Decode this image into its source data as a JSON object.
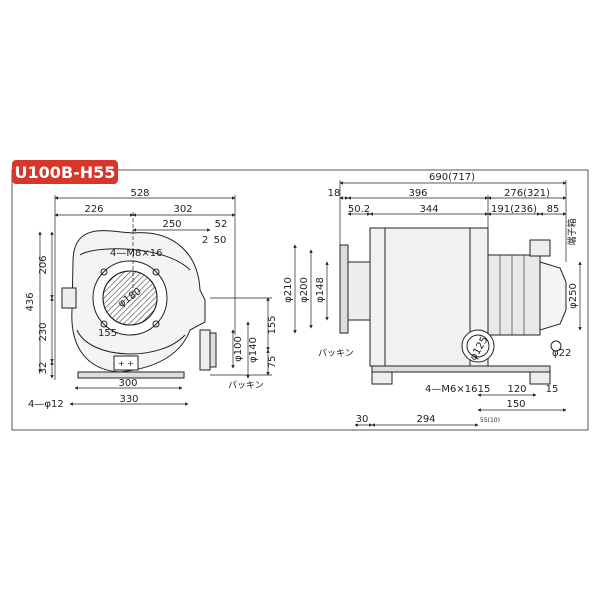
{
  "model": "U100B-H55",
  "colors": {
    "badge_bg": "#d9362b",
    "badge_text": "#ffffff",
    "line": "#222222",
    "body_fill": "#dddddd"
  },
  "front": {
    "overall_width": "528",
    "left_to_center": "226",
    "center_to_right": "302",
    "center_to_outlet": "250",
    "outlet_offset": "52",
    "outlet_wall": "2",
    "outlet_rise": "50",
    "top_height": "206",
    "total_height": "436",
    "bottom_height": "230",
    "base_thickness": "32",
    "center_to_outlet_axis": "155",
    "outlet_axis_to_base": "75",
    "radius_label": "155",
    "bolt_holes": "4—M8×16",
    "inlet_dia": "φ180",
    "outlet_dia_inner": "φ100",
    "outlet_dia_outer": "φ140",
    "base_bolt_pitch": "300",
    "base_width": "330",
    "foot_holes": "4—φ12",
    "gasket_label": "パッキン"
  },
  "side": {
    "overall_length": "690(717)",
    "flange_thickness": "18",
    "inlet_to_body": "396",
    "body_to_end": "276(321)",
    "flange_off_a": "50.2",
    "body_length": "344",
    "motor_length": "191(236)",
    "fan_cover": "85",
    "inlet_dia_outer": "φ210",
    "inlet_dia_mid": "φ200",
    "inlet_dia_inner": "φ148",
    "motor_dia": "φ250",
    "outlet_dia": "φ125",
    "conduit_dia": "φ22",
    "terminal_box": "端子箱",
    "gasket_label": "パッキン",
    "base_bolts": "4—M6×16",
    "foot_offset": "15",
    "foot_pitch": "120",
    "foot_edge": "15",
    "foot_span": "150",
    "front_offset": "30",
    "base_length": "294",
    "small_note": "55(10)"
  }
}
